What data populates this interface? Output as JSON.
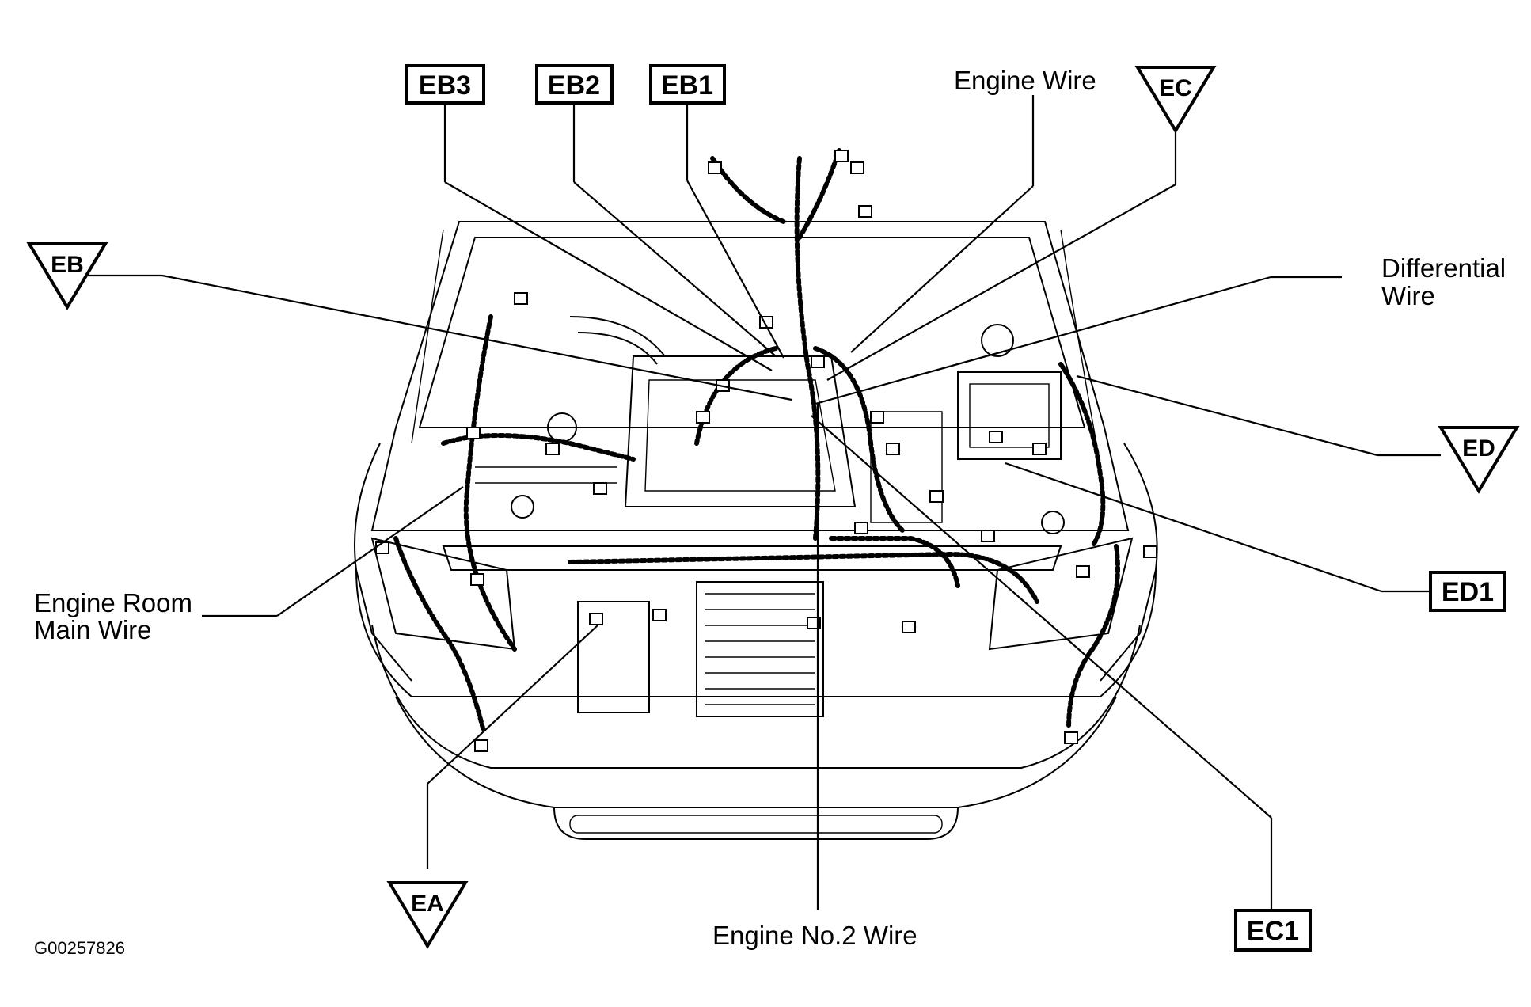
{
  "figure_code": "G00257826",
  "box_markers": {
    "eb3": "EB3",
    "eb2": "EB2",
    "eb1": "EB1",
    "ed1": "ED1",
    "ec1": "EC1"
  },
  "triangle_markers": {
    "ec": "EC",
    "eb": "EB",
    "ed": "ED",
    "ea": "EA"
  },
  "wire_labels": {
    "engine_wire": "Engine Wire",
    "differential_wire_line1": "Differential",
    "differential_wire_line2": "Wire",
    "engine_room_main_wire_line1": "Engine Room",
    "engine_room_main_wire_line2": "Main Wire",
    "engine_no2_wire": "Engine No.2 Wire"
  }
}
